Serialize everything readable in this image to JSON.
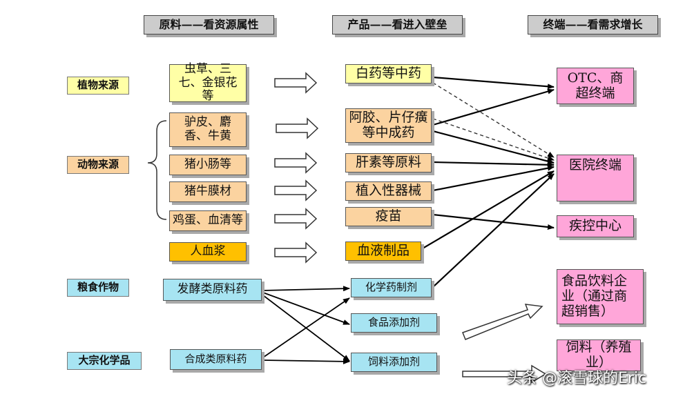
{
  "headers": {
    "raw": "原料——看资源属性",
    "product": "产品——看进入壁垒",
    "terminal": "终端——看需求增长"
  },
  "sources": {
    "plant": "植物来源",
    "animal": "动物来源",
    "grain": "粮食作物",
    "chemical": "大宗化学品"
  },
  "raw_materials": {
    "cordyceps": "虫草、三七、金银花等",
    "donkey": "驴皮、麝香、牛黄",
    "intestine": "猪小肠等",
    "membrane": "猪牛膜材",
    "egg": "鸡蛋、血清等",
    "plasma": "人血浆",
    "ferment": "发酵类原料药",
    "synthetic": "合成类原料药"
  },
  "products": {
    "baiyao": "白药等中药",
    "ejiao": "阿胶、片仔癀等中成药",
    "heparin": "肝素等原料",
    "implant": "植入性器械",
    "vaccine": "疫苗",
    "blood": "血液制品",
    "chemdrug": "化学药制剂",
    "food_add": "食品添加剂",
    "feed_add": "饲料添加剂"
  },
  "terminals": {
    "otc": "OTC、商超终端",
    "hospital": "医院终端",
    "cdc": "疾控中心",
    "food": "食品饮料企业（通过商超销售）",
    "feed": "饲料（养殖业）"
  },
  "watermark": "头条 @滚雪球的Eric",
  "colors": {
    "header": "#cccccc",
    "raw_yellow": "#ffffa6",
    "raw_tan": "#fbd3a0",
    "raw_orange": "#ffc000",
    "chem_blue": "#a7e4f2",
    "terminal_pink": "#ffa6d9"
  }
}
